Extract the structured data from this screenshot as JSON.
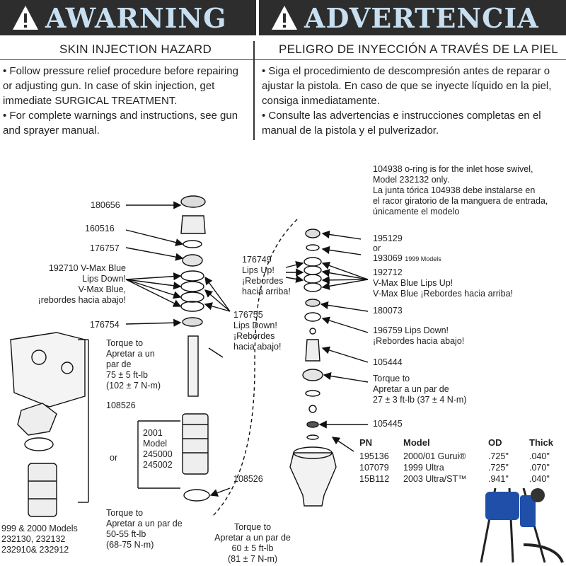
{
  "warning_en": {
    "title": "AWARNING",
    "subtitle": "SKIN INJECTION HAZARD",
    "bullet1": "• Follow pressure relief procedure before repairing\n  or adjusting gun. In case of skin injection, get\n  immediate SURGICAL TREATMENT.",
    "bullet2": "• For complete warnings and instructions, see gun\n  and sprayer manual."
  },
  "warning_es": {
    "title": "ADVERTENCIA",
    "subtitle": "PELIGRO DE INYECCIÓN A TRAVÉS DE LA PIEL",
    "bullet1": "• Siga el procedimiento de descompresión antes de reparar o\n  ajustar la pistola. En caso de que se inyecte líquido en la piel,\n  consiga inmediatamente.",
    "bullet2": "• Consulte las advertencias e instrucciones completas en el\n  manual de la pistola y el pulverizador."
  },
  "labels": {
    "p180656": "180656",
    "p160516": "160516",
    "p176757": "176757",
    "p192710": "192710 V-Max Blue\nLips Down!\nV-Max Blue,\n¡rebordes hacia abajo!",
    "p176754": "176754",
    "torque1": "Torque to\nApretar a un\npar de\n75 ± 5 ft-lb\n(102 ± 7 N-m)",
    "p108526a": "108526",
    "or1": "or",
    "model2001": "2001\nModel\n245000\n245002",
    "p108526b": "108526",
    "torque2": "Torque to\nApretar a un par de\n50-55 ft-lb\n(68-75 N-m)",
    "models999": "999 & 2000 Models\n232130, 232132\n232910& 232912",
    "torque3": "Torque to\nApretar a un par de\n60 ± 5 ft-lb\n(81 ± 7 N-m)",
    "p176749": "176749\nLips Up!\n¡Rebordes\nhacia arriba!",
    "p176755": "176755\nLips Down!\n¡Rebordes\nhacia abajo!",
    "note104938": "104938 o-ring is for the inlet hose swivel,\nModel 232132 only.\nLa junta tórica 104938 debe instalarse en\nel racor giratorio de la manguera de entrada,\núnicamente el modelo",
    "p195129": "195129",
    "or2": "or",
    "p193069": "193069",
    "p193069_note": "1999 Models",
    "p192712": "192712\nV-Max Blue Lips Up!\nV-Max Blue ¡Rebordes hacia arriba!",
    "p180073": "180073",
    "p196759": "196759  Lips Down!\n¡Rebordes hacia abajo!",
    "p105444": "105444",
    "torque4": "Torque to\nApretar a un par de\n27 ± 3 ft-lb (37 ± 4 N-m)",
    "p105445": "105445"
  },
  "table": {
    "headers": [
      "PN",
      "Model",
      "OD",
      "Thick"
    ],
    "rows": [
      [
        "195136",
        "2000/01 Gurui®",
        ".725\"",
        ".040\""
      ],
      [
        "107079",
        "1999 Ultra",
        ".725\"",
        ".070\""
      ],
      [
        "15B112",
        "2003 Ultra/ST™",
        ".941\"",
        ".040\""
      ]
    ]
  },
  "colors": {
    "banner_bg": "#2d2d2d",
    "banner_text": "#c7dff0",
    "sprayer_blue": "#1f4fa8"
  },
  "icons": [
    "warning-triangle-icon",
    "sprayer-photo"
  ]
}
